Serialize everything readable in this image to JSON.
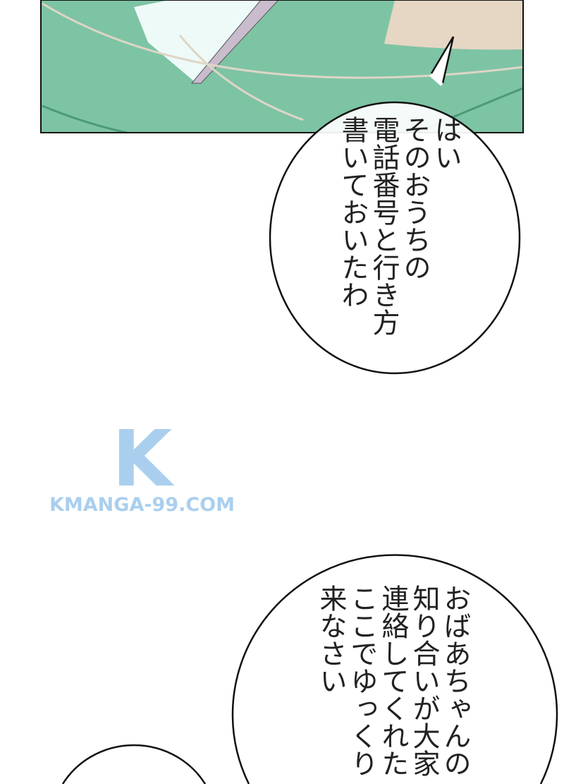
{
  "panel": {
    "colors": {
      "green": "#7dc4a4",
      "paper": "#eefaf8",
      "skin": "#e6d6c4",
      "sleeve": "#c9bccd"
    }
  },
  "bubble_top": {
    "lines": [
      "はい",
      "そのおうちの",
      "電話番号と行き方",
      "書いておいたわ"
    ]
  },
  "bubble_bottom": {
    "lines": [
      "おばあちゃんの",
      "知り合いが大家",
      "連絡してくれた",
      "ここでゆっくり",
      "来なさい"
    ]
  },
  "watermark": {
    "logo": "K",
    "site": "KMANGA-99.COM"
  }
}
